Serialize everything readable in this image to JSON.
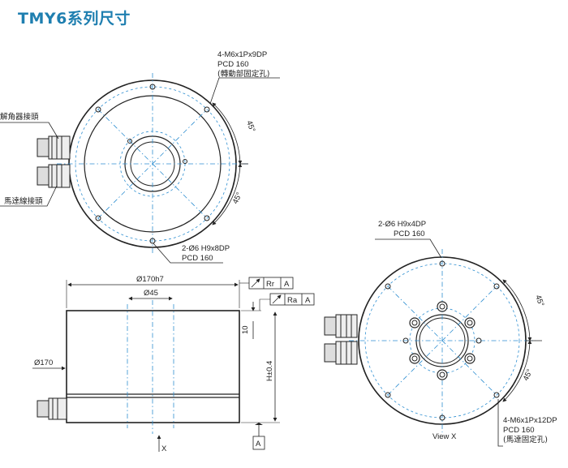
{
  "title": "TMY6系列尺寸",
  "top_view": {
    "callout_top": [
      "4-M6x1Px9DP",
      "PCD 160",
      "(轉動部固定孔)"
    ],
    "callout_bottom": [
      "2-Ø6 H9x8DP",
      "PCD 160"
    ],
    "angle_upper": "45°",
    "angle_lower": "45°",
    "connector_encoder": "解角器接頭",
    "connector_motor": "馬達線接頭"
  },
  "side_view": {
    "dia_outer": "Ø170h7",
    "dia_inner": "Ø45",
    "dia_left": "Ø170",
    "dim_10": "10",
    "dim_h": "H±0.4",
    "tol_1": [
      "Rr",
      "A"
    ],
    "tol_2": [
      "Ra",
      "A"
    ],
    "datum": "A",
    "x_label": "X"
  },
  "view_x": {
    "callout_top": [
      "2-Ø6 H9x4DP",
      "PCD 160"
    ],
    "callout_bottom": [
      "4-M6x1Px12DP",
      "PCD 160",
      "(馬達固定孔)"
    ],
    "angle_upper": "45°",
    "angle_lower": "45°",
    "caption": "View X"
  }
}
